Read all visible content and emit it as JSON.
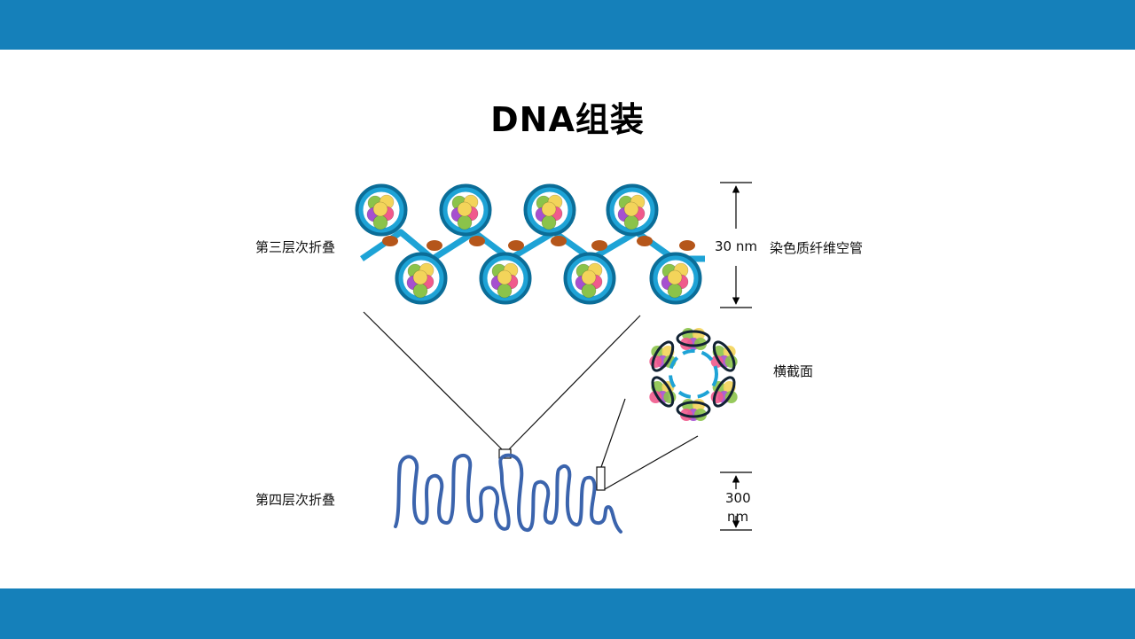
{
  "slide": {
    "title": "DNA组装",
    "band_color": "#1580ba"
  },
  "diagram": {
    "labels": {
      "third_fold": "第三层次折叠",
      "fourth_fold": "第四层次折叠",
      "scale_30": "30 nm",
      "fiber_name": "染色质纤维空管",
      "cross_section": "横截面",
      "scale_300_line1": "300",
      "scale_300_line2": "nm"
    },
    "colors": {
      "dna_ribbon": "#1ea3d6",
      "dna_ribbon_dark": "#0b6d98",
      "linker_protein": "#b5561a",
      "loop_fiber": "#3b64ad",
      "histone": [
        "#8bc34a",
        "#f3d45a",
        "#a64fd0",
        "#f05a8c"
      ]
    }
  }
}
